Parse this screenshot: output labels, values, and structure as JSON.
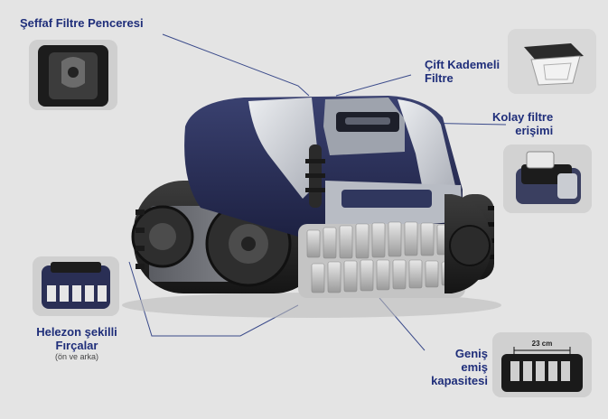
{
  "callouts": {
    "transparent_window": "Şeffaf Filtre Penceresi",
    "dual_filter_line1": "Çift Kademeli",
    "dual_filter_line2": "Filtre",
    "easy_access_line1": "Kolay filtre",
    "easy_access_line2": "erişimi",
    "brushes_line1": "Helezon şekilli",
    "brushes_line2": "Fırçalar",
    "brushes_note": "(ön ve arka)",
    "capacity_line1": "Geniş",
    "capacity_line2": "emiş",
    "capacity_line3": "kapasitesi"
  },
  "dimension_label": "23 cm",
  "colors": {
    "label_blue": "#1f2e7a",
    "body_navy": "#2b3155",
    "body_silver": "#cfd2d8",
    "track_dark": "#2a2a2a",
    "background": "#e4e4e4",
    "leader_line": "#3a4a8a"
  }
}
